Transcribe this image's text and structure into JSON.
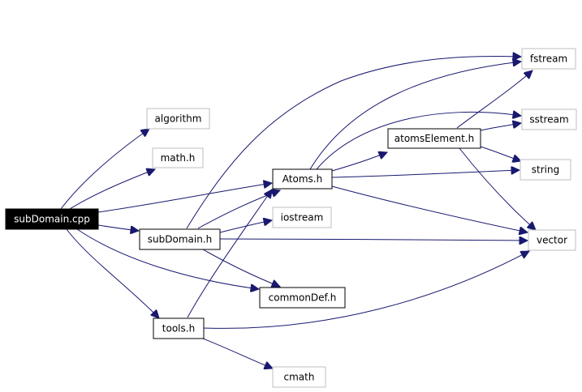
{
  "graph": {
    "colors": {
      "edge": "#191970",
      "root_fill": "#000000",
      "root_text": "#ffffff",
      "internal_border": "#000000",
      "external_border": "#bfbfbf"
    },
    "nodes": [
      {
        "id": "subDomain_cpp",
        "label": "subDomain.cpp",
        "kind": "root"
      },
      {
        "id": "algorithm",
        "label": "algorithm",
        "kind": "external"
      },
      {
        "id": "math_h",
        "label": "math.h",
        "kind": "external"
      },
      {
        "id": "Atoms_h",
        "label": "Atoms.h",
        "kind": "internal"
      },
      {
        "id": "subDomain_h",
        "label": "subDomain.h",
        "kind": "internal"
      },
      {
        "id": "iostream",
        "label": "iostream",
        "kind": "external"
      },
      {
        "id": "commonDef_h",
        "label": "commonDef.h",
        "kind": "internal"
      },
      {
        "id": "tools_h",
        "label": "tools.h",
        "kind": "internal"
      },
      {
        "id": "cmath",
        "label": "cmath",
        "kind": "external"
      },
      {
        "id": "atomsElement_h",
        "label": "atomsElement.h",
        "kind": "internal"
      },
      {
        "id": "fstream",
        "label": "fstream",
        "kind": "external"
      },
      {
        "id": "sstream",
        "label": "sstream",
        "kind": "external"
      },
      {
        "id": "string",
        "label": "string",
        "kind": "external"
      },
      {
        "id": "vector",
        "label": "vector",
        "kind": "external"
      }
    ],
    "edges": [
      {
        "from": "subDomain_cpp",
        "to": "algorithm"
      },
      {
        "from": "subDomain_cpp",
        "to": "math_h"
      },
      {
        "from": "subDomain_cpp",
        "to": "Atoms_h"
      },
      {
        "from": "subDomain_cpp",
        "to": "subDomain_h"
      },
      {
        "from": "subDomain_cpp",
        "to": "commonDef_h"
      },
      {
        "from": "subDomain_cpp",
        "to": "tools_h"
      },
      {
        "from": "Atoms_h",
        "to": "fstream"
      },
      {
        "from": "Atoms_h",
        "to": "sstream"
      },
      {
        "from": "Atoms_h",
        "to": "atomsElement_h"
      },
      {
        "from": "Atoms_h",
        "to": "string"
      },
      {
        "from": "Atoms_h",
        "to": "vector"
      },
      {
        "from": "atomsElement_h",
        "to": "fstream"
      },
      {
        "from": "atomsElement_h",
        "to": "sstream"
      },
      {
        "from": "atomsElement_h",
        "to": "string"
      },
      {
        "from": "atomsElement_h",
        "to": "vector"
      },
      {
        "from": "subDomain_h",
        "to": "fstream"
      },
      {
        "from": "subDomain_h",
        "to": "Atoms_h"
      },
      {
        "from": "subDomain_h",
        "to": "iostream"
      },
      {
        "from": "subDomain_h",
        "to": "vector"
      },
      {
        "from": "subDomain_h",
        "to": "commonDef_h"
      },
      {
        "from": "tools_h",
        "to": "Atoms_h"
      },
      {
        "from": "tools_h",
        "to": "vector"
      },
      {
        "from": "tools_h",
        "to": "cmath"
      }
    ]
  }
}
